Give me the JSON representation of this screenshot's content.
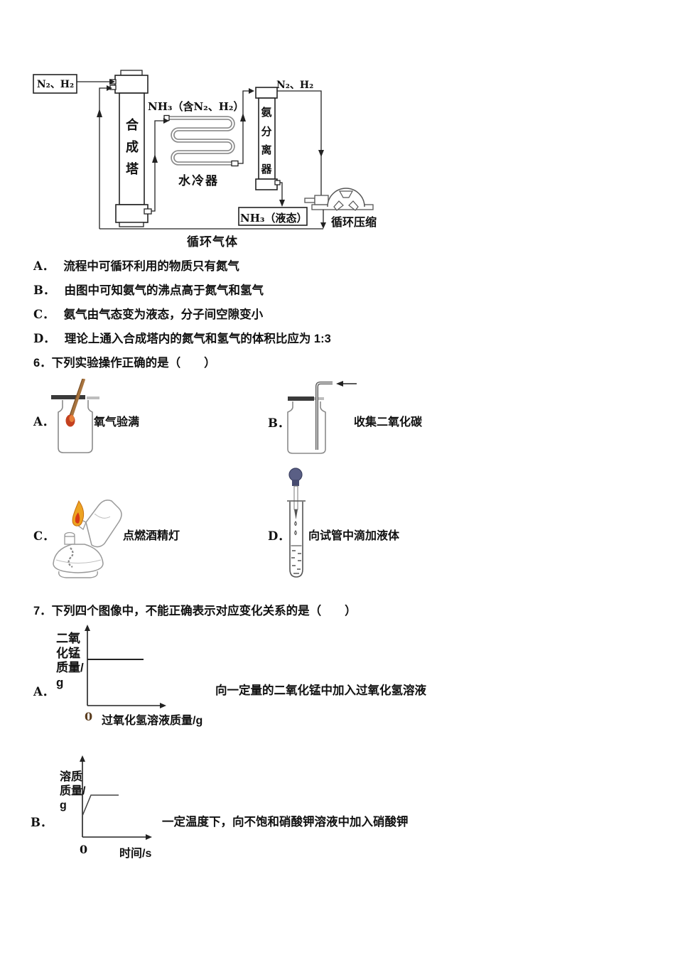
{
  "flowchart": {
    "feed_label": "N₂、H₂",
    "tower_label": "合成塔",
    "nh3_mix_label": "NH₃（含N₂、H₂）",
    "cooler_label": "水冷器",
    "separator_label": "氨分离器",
    "recycle_top_label": "N₂、H₂",
    "nh3_liquid_label": "NH₃（液态）",
    "compressor_label": "循环压缩",
    "recycle_bottom_label": "循环气体"
  },
  "q5_options": [
    {
      "label": "A．",
      "text": "流程中可循环利用的物质只有氮气"
    },
    {
      "label": "B．",
      "text": "由图中可知氨气的沸点高于氮气和氢气"
    },
    {
      "label": "C．",
      "text": "氨气由气态变为液态，分子间空隙变小"
    },
    {
      "label": "D．",
      "text": "理论上通入合成塔内的氮气和氢气的体积比应为 1:3"
    }
  ],
  "q6": {
    "stem": "6．下列实验操作正确的是（　　）",
    "options": [
      {
        "label": "A．",
        "caption": "氧气验满"
      },
      {
        "label": "B．",
        "caption": "收集二氧化碳"
      },
      {
        "label": "C．",
        "caption": "点燃酒精灯"
      },
      {
        "label": "D．",
        "caption": "向试管中滴加液体"
      }
    ]
  },
  "q7": {
    "stem": "7．下列四个图像中，不能正确表示对应变化关系的是（　　）",
    "options": [
      {
        "label": "A．",
        "desc": "向一定量的二氧化锰中加入过氧化氢溶液"
      },
      {
        "label": "B．",
        "desc": "一定温度下，向不饱和硝酸钾溶液中加入硝酸钾"
      }
    ]
  },
  "chart_data": [
    {
      "type": "line",
      "option": "A",
      "title": "向一定量的二氧化锰中加入过氧化氢溶液",
      "ylabel": "二氧化锰质量/g",
      "xlabel": "过氧化氢溶液质量/g",
      "origin": "0",
      "grid": false,
      "legend": false,
      "series": [
        {
          "name": "二氧化锰质量",
          "shape": "constant horizontal line (catalyst mass stays fixed)",
          "x_rel": [
            0,
            0.72
          ],
          "y_rel": [
            0.58,
            0.58
          ]
        }
      ]
    },
    {
      "type": "line",
      "option": "B",
      "title": "一定温度下，向不饱和硝酸钾溶液中加入硝酸钾",
      "ylabel": "溶质质量/g",
      "xlabel": "时间/s",
      "origin": "0",
      "grid": false,
      "legend": false,
      "series": [
        {
          "name": "溶质质量",
          "shape": "starts above zero, rises, then plateaus at saturation",
          "x_rel": [
            0,
            0.13,
            0.55
          ],
          "y_rel": [
            0.27,
            0.54,
            0.54
          ]
        }
      ]
    }
  ]
}
